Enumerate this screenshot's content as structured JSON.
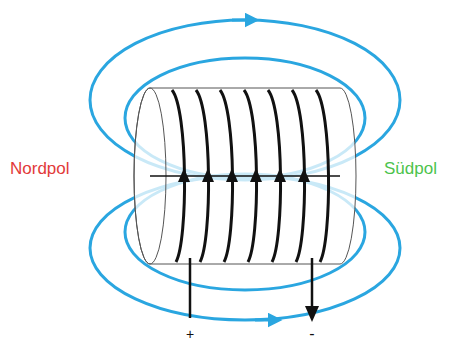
{
  "diagram": {
    "labels": [
      "Nordpol",
      "Südpol",
      "+",
      "-"
    ]
  }
}
